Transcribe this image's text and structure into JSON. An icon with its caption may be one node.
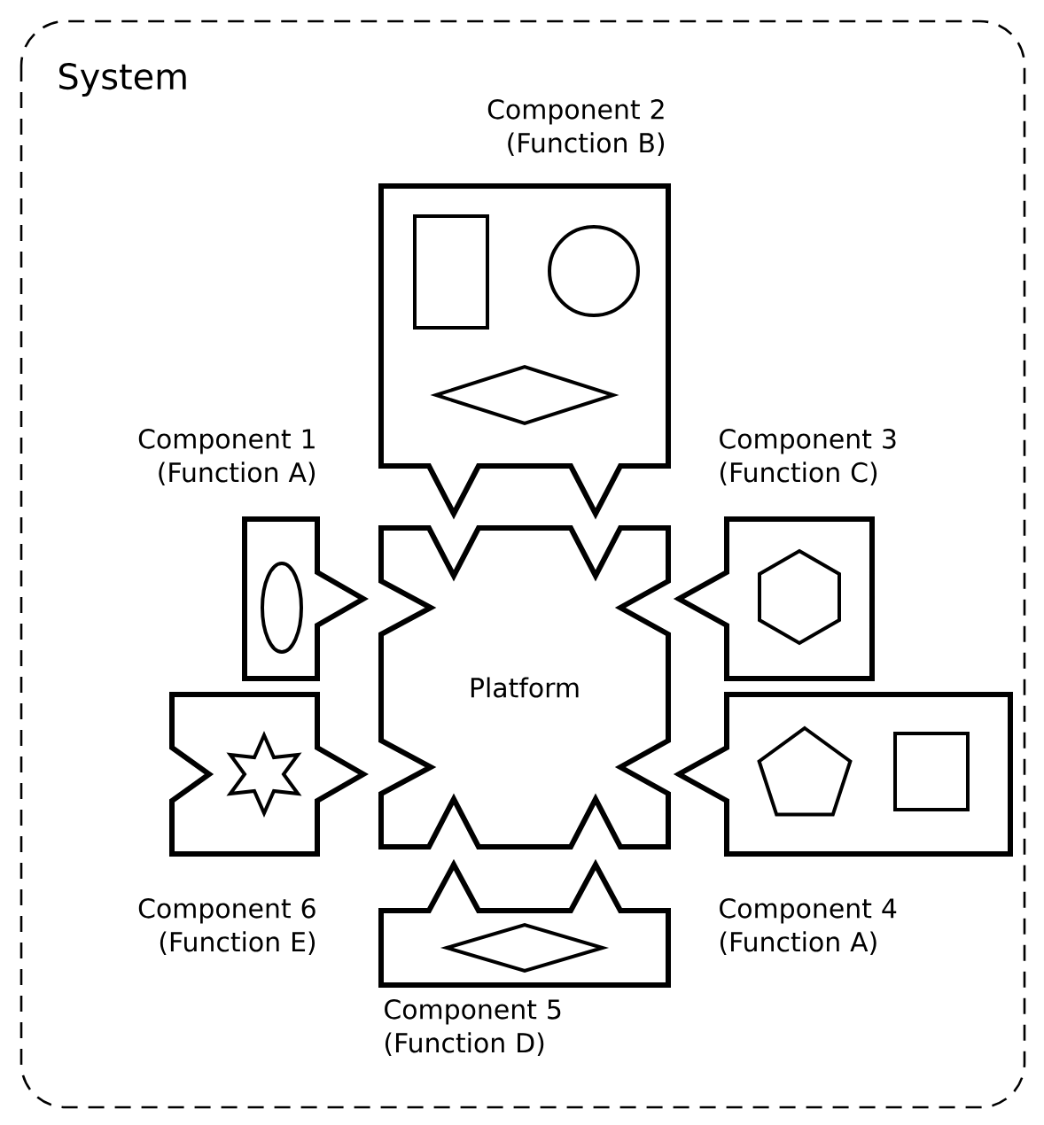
{
  "diagram": {
    "nodes": [
      {
        "text": [
          "System"
        ]
      },
      {
        "text": [
          "Platform"
        ],
        "in": 0
      },
      {
        "text": [
          "Component 1 (Function A)"
        ],
        "in": 0
      },
      {
        "text": [
          "Component 2 (Function B)"
        ],
        "in": 0
      },
      {
        "text": [
          "Component 3 (Function C)"
        ],
        "in": 0
      },
      {
        "text": [
          "Component 4 (Function A)"
        ],
        "in": 0
      },
      {
        "text": [
          "Component 5 (Function D)"
        ],
        "in": 0
      },
      {
        "text": [
          "Component 6 (Function E)"
        ],
        "in": 0
      }
    ]
  }
}
